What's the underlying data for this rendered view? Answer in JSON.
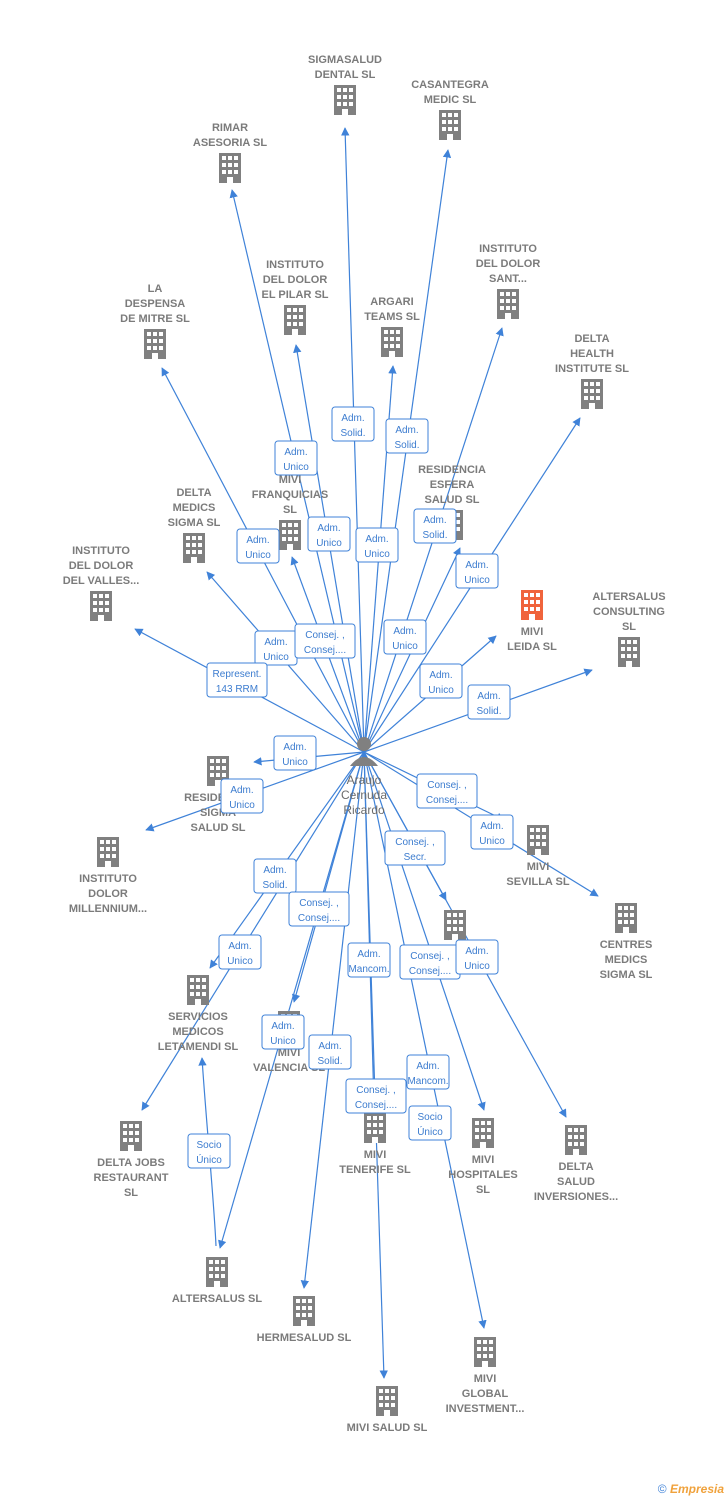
{
  "center": {
    "lines": [
      "Araujo",
      "Cernuda",
      "Ricardo"
    ]
  },
  "colors": {
    "edge": "#3f82d8",
    "node": "#808080",
    "highlight": "#f0643c"
  },
  "nodes": [
    {
      "id": "sigmasalud",
      "lines": [
        "SIGMASALUD",
        "DENTAL  SL"
      ]
    },
    {
      "id": "casantegra",
      "lines": [
        "CASANTEGRA",
        "MEDIC  SL"
      ]
    },
    {
      "id": "rimar",
      "lines": [
        "RIMAR",
        "ASESORIA  SL"
      ]
    },
    {
      "id": "instituto-pilar",
      "lines": [
        "INSTITUTO",
        "DEL DOLOR",
        "EL PILAR  SL"
      ]
    },
    {
      "id": "instituto-sant",
      "lines": [
        "INSTITUTO",
        "DEL DOLOR",
        "SANT..."
      ]
    },
    {
      "id": "la-despensa",
      "lines": [
        "LA",
        "DESPENSA",
        "DE MITRE  SL"
      ]
    },
    {
      "id": "argari",
      "lines": [
        "ARGARI",
        "TEAMS  SL"
      ]
    },
    {
      "id": "delta-health",
      "lines": [
        "DELTA",
        "HEALTH",
        "INSTITUTE  SL"
      ]
    },
    {
      "id": "residencia-esfera",
      "lines": [
        "RESIDENCIA",
        "ESFERA",
        "SALUD SL"
      ]
    },
    {
      "id": "delta-medics",
      "lines": [
        "DELTA",
        "MEDICS",
        "SIGMA  SL"
      ]
    },
    {
      "id": "mivi-franquicias",
      "lines": [
        "MIVI",
        "FRANQUICIAS",
        "SL"
      ]
    },
    {
      "id": "mivi-leida",
      "lines": [
        "MIVI",
        "LEIDA  SL"
      ],
      "highlight": true
    },
    {
      "id": "instituto-valles",
      "lines": [
        "INSTITUTO",
        "DEL DOLOR",
        "DEL VALLES..."
      ]
    },
    {
      "id": "altersalus-consulting",
      "lines": [
        "ALTERSALUS",
        "CONSULTING",
        "SL"
      ]
    },
    {
      "id": "residencia-sigma",
      "lines": [
        "RESIDENCIA",
        "SIGMA",
        "SALUD SL"
      ]
    },
    {
      "id": "instituto-millennium",
      "lines": [
        "INSTITUTO",
        "DOLOR",
        "MILLENNIUM..."
      ]
    },
    {
      "id": "mivi-sevilla",
      "lines": [
        "MIVI",
        "SEVILLA  SL"
      ]
    },
    {
      "id": "centres-medics",
      "lines": [
        "CENTRES",
        "MEDICS",
        "SIGMA SL"
      ]
    },
    {
      "id": "mivi-unlabeled",
      "lines": []
    },
    {
      "id": "servicios-letamendi",
      "lines": [
        "SERVICIOS",
        "MEDICOS",
        "LETAMENDI SL"
      ]
    },
    {
      "id": "mivi-valencia",
      "lines": [
        "MIVI",
        "VALENCIA  SL"
      ]
    },
    {
      "id": "delta-jobs",
      "lines": [
        "DELTA JOBS",
        "RESTAURANT",
        "SL"
      ]
    },
    {
      "id": "mivi-tenerife",
      "lines": [
        "MIVI",
        "TENERIFE  SL"
      ]
    },
    {
      "id": "mivi-hospitales",
      "lines": [
        "MIVI",
        "HOSPITALES",
        "SL"
      ]
    },
    {
      "id": "delta-salud",
      "lines": [
        "DELTA",
        "SALUD",
        "INVERSIONES..."
      ]
    },
    {
      "id": "altersalus",
      "lines": [
        "ALTERSALUS SL"
      ]
    },
    {
      "id": "hermesalud",
      "lines": [
        "HERMESALUD SL"
      ]
    },
    {
      "id": "mivi-global",
      "lines": [
        "MIVI",
        "GLOBAL",
        "INVESTMENT..."
      ]
    },
    {
      "id": "mivi-salud",
      "lines": [
        "MIVI SALUD  SL"
      ]
    }
  ],
  "relations": [
    {
      "lines": [
        "Adm.",
        "Solid."
      ]
    },
    {
      "lines": [
        "Adm.",
        "Solid."
      ]
    },
    {
      "lines": [
        "Adm.",
        "Unico"
      ]
    },
    {
      "lines": [
        "Adm.",
        "Unico"
      ]
    },
    {
      "lines": [
        "Adm.",
        "Unico"
      ]
    },
    {
      "lines": [
        "Adm.",
        "Unico"
      ]
    },
    {
      "lines": [
        "Adm.",
        "Solid."
      ]
    },
    {
      "lines": [
        "Adm.",
        "Unico"
      ]
    },
    {
      "lines": [
        "Adm.",
        "Unico"
      ]
    },
    {
      "lines": [
        "Consej. ,",
        "Consej...."
      ]
    },
    {
      "lines": [
        "Adm.",
        "Unico"
      ]
    },
    {
      "lines": [
        "Represent.",
        "143 RRM"
      ]
    },
    {
      "lines": [
        "Adm.",
        "Unico"
      ]
    },
    {
      "lines": [
        "Adm.",
        "Solid."
      ]
    },
    {
      "lines": [
        "Adm.",
        "Unico"
      ]
    },
    {
      "lines": [
        "Adm.",
        "Unico"
      ]
    },
    {
      "lines": [
        "Consej. ,",
        "Consej...."
      ]
    },
    {
      "lines": [
        "Adm.",
        "Unico"
      ]
    },
    {
      "lines": [
        "Consej. ,",
        "Secr."
      ]
    },
    {
      "lines": [
        "Adm.",
        "Solid."
      ]
    },
    {
      "lines": [
        "Consej. ,",
        "Consej...."
      ]
    },
    {
      "lines": [
        "Adm.",
        "Unico"
      ]
    },
    {
      "lines": [
        "Adm.",
        "Mancom."
      ]
    },
    {
      "lines": [
        "Consej. ,",
        "Consej...."
      ]
    },
    {
      "lines": [
        "Adm.",
        "Unico"
      ]
    },
    {
      "lines": [
        "Adm.",
        "Unico"
      ]
    },
    {
      "lines": [
        "Adm.",
        "Solid."
      ]
    },
    {
      "lines": [
        "Adm.",
        "Mancom."
      ]
    },
    {
      "lines": [
        "Consej. ,",
        "Consej...."
      ]
    },
    {
      "lines": [
        "Socio",
        "Único"
      ]
    },
    {
      "lines": [
        "Socio",
        "Único"
      ]
    }
  ],
  "footer": {
    "copyright": "©",
    "brand": "Empresia"
  }
}
